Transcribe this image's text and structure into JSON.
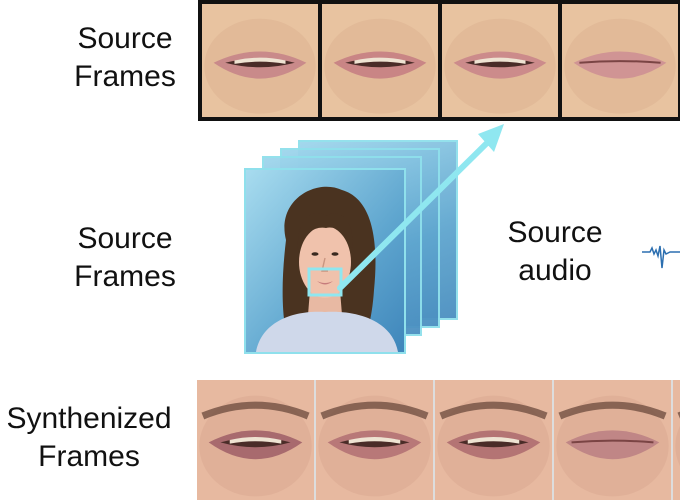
{
  "labels": {
    "source_frames_top": [
      "Source",
      "Frames"
    ],
    "source_frames_mid": [
      "Source",
      "Frames"
    ],
    "source_audio": [
      "Source",
      "audio"
    ],
    "synthesized_frames": [
      "Synthenized",
      "Frames"
    ]
  },
  "source_strip": {
    "frames": [
      {
        "lip_color": "#c98a8a",
        "teeth": true
      },
      {
        "lip_color": "#c98585",
        "teeth": true
      },
      {
        "lip_color": "#cc8b8b",
        "teeth": true
      },
      {
        "lip_color": "#d09494",
        "teeth": false
      }
    ]
  },
  "synthesized_strip": {
    "frames": [
      {
        "lip_color": "#a86a6e",
        "teeth": true
      },
      {
        "lip_color": "#b87878",
        "teeth": true
      },
      {
        "lip_color": "#b47474",
        "teeth": true
      },
      {
        "lip_color": "#c08686",
        "teeth": false
      },
      {
        "lip_color": "#b87c7c",
        "teeth": false
      }
    ]
  },
  "colors": {
    "arrow": "#8fe7f0",
    "card_border": "#8fe0ec",
    "background_blue": "#5fa6cf",
    "waveform": "#2c6fb0"
  }
}
